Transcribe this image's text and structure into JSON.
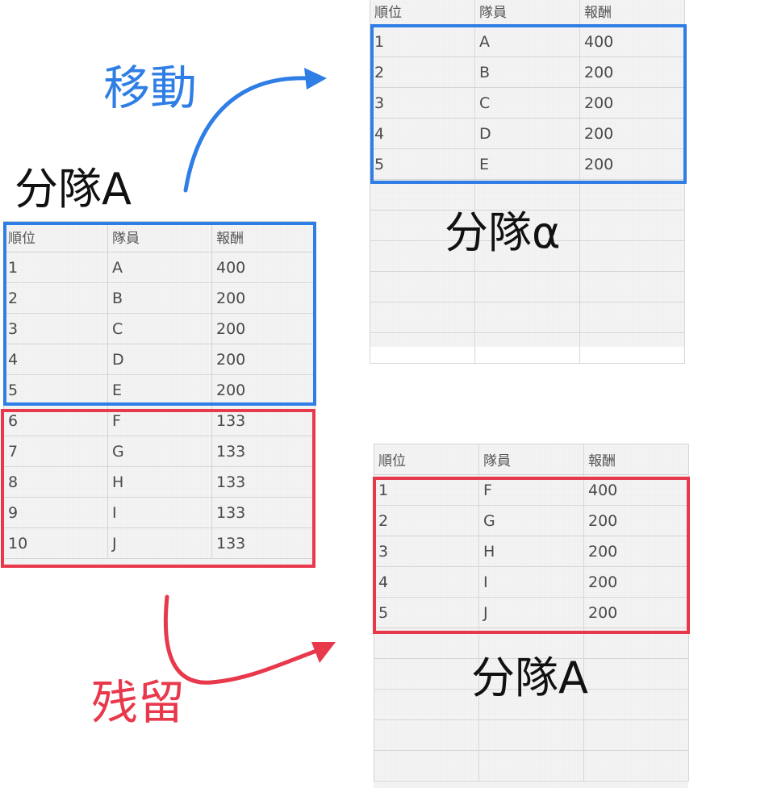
{
  "source": {
    "title": "分隊A",
    "headers": [
      "順位",
      "隊員",
      "報酬"
    ],
    "rows": [
      [
        "1",
        "A",
        "400"
      ],
      [
        "2",
        "B",
        "200"
      ],
      [
        "3",
        "C",
        "200"
      ],
      [
        "4",
        "D",
        "200"
      ],
      [
        "5",
        "E",
        "200"
      ],
      [
        "6",
        "F",
        "133"
      ],
      [
        "7",
        "G",
        "133"
      ],
      [
        "8",
        "H",
        "133"
      ],
      [
        "9",
        "I",
        "133"
      ],
      [
        "10",
        "J",
        "133"
      ]
    ]
  },
  "move": {
    "label": "移動",
    "color": "#2f7ee6",
    "title": "分隊α",
    "headers": [
      "順位",
      "隊員",
      "報酬"
    ],
    "rows": [
      [
        "1",
        "A",
        "400"
      ],
      [
        "2",
        "B",
        "200"
      ],
      [
        "3",
        "C",
        "200"
      ],
      [
        "4",
        "D",
        "200"
      ],
      [
        "5",
        "E",
        "200"
      ]
    ]
  },
  "stay": {
    "label": "残留",
    "color": "#e8394c",
    "title": "分隊A",
    "headers": [
      "順位",
      "隊員",
      "報酬"
    ],
    "rows": [
      [
        "1",
        "F",
        "400"
      ],
      [
        "2",
        "G",
        "200"
      ],
      [
        "3",
        "H",
        "200"
      ],
      [
        "4",
        "I",
        "200"
      ],
      [
        "5",
        "J",
        "200"
      ]
    ]
  }
}
